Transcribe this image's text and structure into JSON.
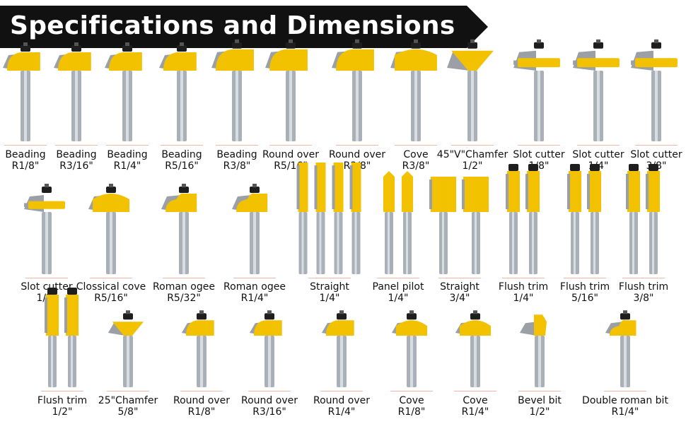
{
  "title": "Specifications and Dimensions",
  "colors": {
    "banner": "#111111",
    "bit_yellow": "#f2c100",
    "shank_grey": "#a9b0b8",
    "bearing": "#1e1e1e"
  },
  "rows": [
    [
      {
        "name": "Beading",
        "size": "R1/8\"",
        "shape": "round"
      },
      {
        "name": "Beading",
        "size": "R3/16\"",
        "shape": "round"
      },
      {
        "name": "Beading",
        "size": "R1/4\"",
        "shape": "round"
      },
      {
        "name": "Beading",
        "size": "R5/16\"",
        "shape": "round"
      },
      {
        "name": "Beading",
        "size": "R3/8\"",
        "shape": "round"
      },
      {
        "name": "Round over",
        "size": "R5/16\"",
        "shape": "round"
      },
      {
        "name": "Round over",
        "size": "R3/8\"",
        "shape": "round"
      },
      {
        "name": "Cove",
        "size": "R3/8\"",
        "shape": "cove"
      },
      {
        "name": "45\"V\"Chamfer",
        "size": "1/2\"",
        "shape": "chamfer"
      },
      {
        "name": "Slot cutter",
        "size": "1/8\"",
        "shape": "slot"
      },
      {
        "name": "Slot cutter",
        "size": "1/4\"",
        "shape": "slot"
      },
      {
        "name": "Slot cutter",
        "size": "3/8\"",
        "shape": "slot"
      }
    ],
    [
      {
        "name": "Slot cutter",
        "size": "1/2\"",
        "shape": "slot"
      },
      {
        "name": "Clossical cove",
        "size": "R5/16\"",
        "shape": "cove"
      },
      {
        "name": "Roman ogee",
        "size": "R5/32\"",
        "shape": "ogee"
      },
      {
        "name": "Roman ogee",
        "size": "R1/4\"",
        "shape": "ogee"
      },
      {
        "name": "Straight",
        "size": "1/4\"",
        "shape": "straight4"
      },
      {
        "name": "Panel pilot",
        "size": "1/4\"",
        "shape": "pilot2"
      },
      {
        "name": "Straight",
        "size": "3/4\"",
        "shape": "straight2"
      },
      {
        "name": "Flush trim",
        "size": "1/4\"",
        "shape": "flush2"
      },
      {
        "name": "Flush trim",
        "size": "5/16\"",
        "shape": "flush2"
      },
      {
        "name": "Flush trim",
        "size": "3/8\"",
        "shape": "flush2"
      }
    ],
    [
      {
        "name": "Flush trim",
        "size": "1/2\"",
        "shape": "flush2"
      },
      {
        "name": "25\"Chamfer",
        "size": "5/8\"",
        "shape": "chamfer"
      },
      {
        "name": "Round over",
        "size": "R1/8\"",
        "shape": "round"
      },
      {
        "name": "Round over",
        "size": "R3/16\"",
        "shape": "round"
      },
      {
        "name": "Round over",
        "size": "R1/4\"",
        "shape": "round"
      },
      {
        "name": "Cove",
        "size": "R1/8\"",
        "shape": "cove"
      },
      {
        "name": "Cove",
        "size": "R1/4\"",
        "shape": "cove"
      },
      {
        "name": "Bevel bit",
        "size": "1/2\"",
        "shape": "bevel"
      },
      {
        "name": "Double roman bit",
        "size": "R1/4\"",
        "shape": "ogee"
      }
    ]
  ]
}
